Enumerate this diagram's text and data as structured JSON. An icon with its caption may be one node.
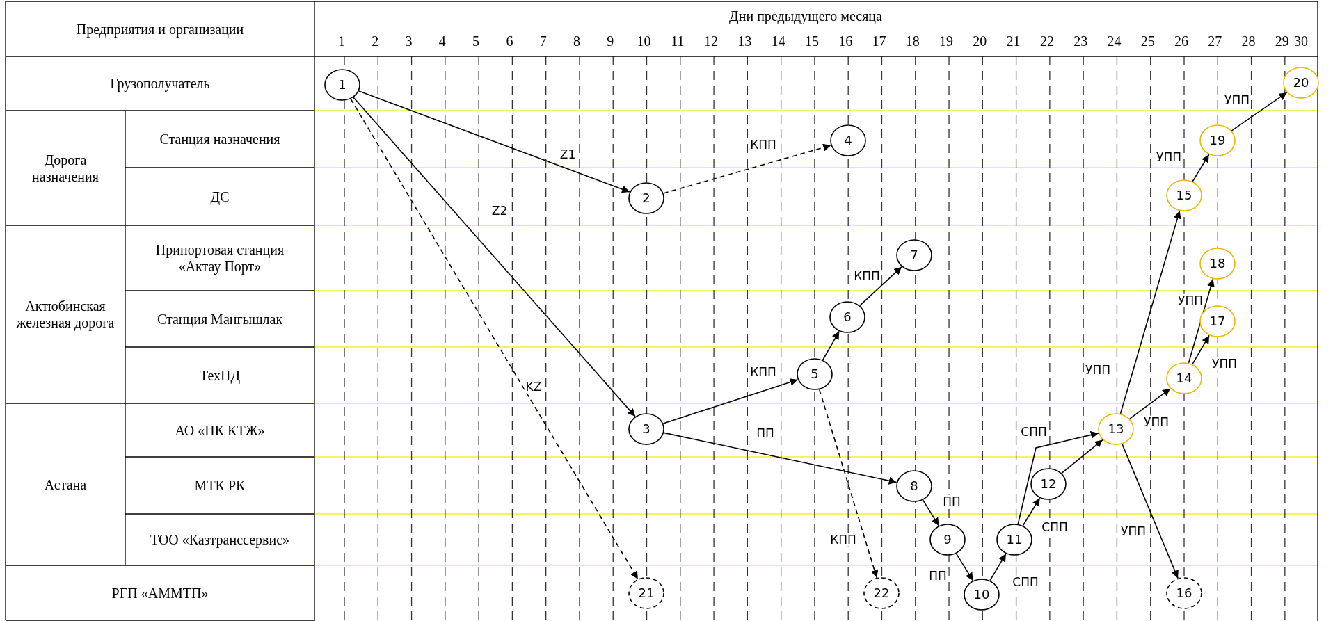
{
  "diagram": {
    "nodes": [
      {
        "text": [
          "1"
        ]
      },
      {
        "text": [
          "2"
        ]
      },
      {
        "text": [
          "3"
        ]
      },
      {
        "text": [
          "4"
        ]
      },
      {
        "text": [
          "5"
        ]
      },
      {
        "text": [
          "6"
        ]
      },
      {
        "text": [
          "7"
        ]
      },
      {
        "text": [
          "8"
        ]
      },
      {
        "text": [
          "9"
        ]
      },
      {
        "text": [
          "10"
        ]
      },
      {
        "text": [
          "11"
        ]
      },
      {
        "text": [
          "12"
        ]
      },
      {
        "text": [
          "13"
        ]
      },
      {
        "text": [
          "14"
        ]
      },
      {
        "text": [
          "15"
        ]
      },
      {
        "text": [
          "16"
        ]
      },
      {
        "text": [
          "17"
        ]
      },
      {
        "text": [
          "18"
        ]
      },
      {
        "text": [
          "19"
        ]
      },
      {
        "text": [
          "20"
        ]
      },
      {
        "text": [
          "21"
        ]
      },
      {
        "text": [
          "22"
        ]
      }
    ],
    "edges": [
      {
        "from": 0,
        "to": 1,
        "arrow": "to",
        "label": "Z1"
      },
      {
        "from": 0,
        "to": 2,
        "arrow": "to",
        "label": "Z2"
      },
      {
        "from": 0,
        "to": 20,
        "arrow": "to",
        "label": "KZ",
        "style": "dashed"
      },
      {
        "from": 1,
        "to": 3,
        "arrow": "to",
        "label": "КПП",
        "style": "dashed"
      },
      {
        "from": 2,
        "to": 4,
        "arrow": "to",
        "label": "КПП"
      },
      {
        "from": 2,
        "to": 7,
        "arrow": "to",
        "label": "ПП"
      },
      {
        "from": 4,
        "to": 5,
        "arrow": "to"
      },
      {
        "from": 5,
        "to": 6,
        "arrow": "to",
        "label": "КПП"
      },
      {
        "from": 4,
        "to": 21,
        "arrow": "to",
        "label": "КПП",
        "style": "dashed"
      },
      {
        "from": 7,
        "to": 8,
        "arrow": "to",
        "label": "ПП"
      },
      {
        "from": 8,
        "to": 9,
        "arrow": "to",
        "label": "ПП"
      },
      {
        "from": 9,
        "to": 10,
        "arrow": "to",
        "label": "СПП"
      },
      {
        "from": 10,
        "to": 12,
        "arrow": "to",
        "label": "СПП"
      },
      {
        "from": 10,
        "to": 11,
        "arrow": "to",
        "label": "СПП"
      },
      {
        "from": 11,
        "to": 12,
        "arrow": "to"
      },
      {
        "from": 12,
        "to": 14,
        "arrow": "to",
        "label": "УПП"
      },
      {
        "from": 12,
        "to": 13,
        "arrow": "to",
        "label": "УПП"
      },
      {
        "from": 12,
        "to": 15,
        "arrow": "to",
        "label": "УПП"
      },
      {
        "from": 13,
        "to": 17,
        "arrow": "to",
        "label": "УПП"
      },
      {
        "from": 13,
        "to": 16,
        "arrow": "to",
        "label": "УПП"
      },
      {
        "from": 14,
        "to": 18,
        "arrow": "to",
        "label": "УПП"
      },
      {
        "from": 18,
        "to": 19,
        "arrow": "to",
        "label": "УПП"
      }
    ],
    "labels": [
      "Предприятия и организации",
      "Дни предыдущего месяца",
      "1",
      "2",
      "3",
      "4",
      "5",
      "6",
      "7",
      "8",
      "9",
      "10",
      "11",
      "12",
      "13",
      "14",
      "15",
      "16",
      "17",
      "18",
      "19",
      "20",
      "21",
      "22",
      "23",
      "24",
      "25",
      "26",
      "27",
      "28",
      "29",
      "30",
      "Грузополучатель",
      "Дорога назначения",
      "Станция назначения",
      "ДС",
      "Актюбинская железная дорога",
      "Припортовая станция «Актау Порт»",
      "Станция Мангышлак",
      "ТехПД",
      "Астана",
      "АО «НК КТЖ»",
      "МТК РК",
      "ТОО «Казтранссервис»",
      "РГП «АММТП»"
    ]
  }
}
